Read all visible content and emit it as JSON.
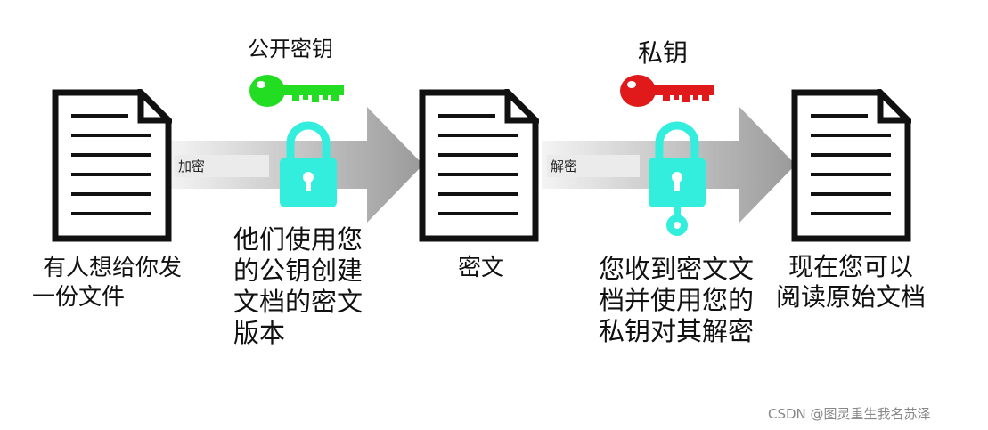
{
  "sender": {
    "line1": "有人想给你发",
    "line2": "一份文件"
  },
  "encrypt": {
    "key_title": "公开密钥",
    "arrow_label": "加密",
    "desc_line1": "他们使用您",
    "desc_line2": "的公钥创建",
    "desc_line3": "文档的密文",
    "desc_line4": "版本"
  },
  "ciphertext": {
    "label": "密文"
  },
  "decrypt": {
    "key_title": "私钥",
    "arrow_label": "解密",
    "desc_line1": "您收到密文文",
    "desc_line2": "档并使用您的",
    "desc_line3": "私钥对其解密"
  },
  "result": {
    "line1": "现在您可以",
    "line2": "阅读原始文档"
  },
  "watermark": "CSDN @图灵重生我名苏泽",
  "colors": {
    "public_key": "#22dd22",
    "private_key": "#e01a1a",
    "lock": "#33eedd",
    "arrow_dark": "#9a9a9a",
    "arrow_light": "#ececec"
  }
}
